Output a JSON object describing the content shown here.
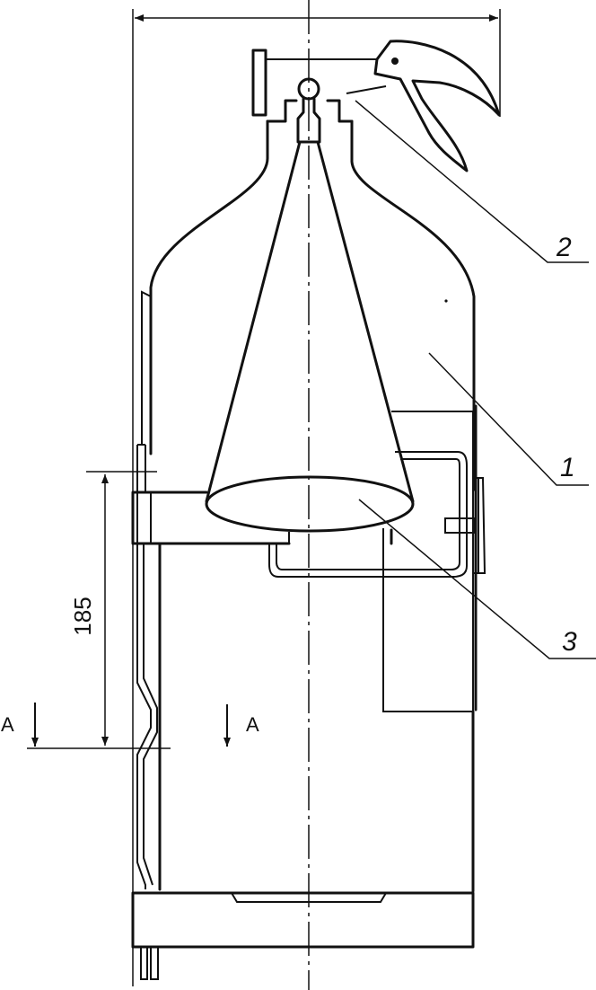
{
  "labels": {
    "callout_1": "1",
    "callout_2": "2",
    "callout_3": "3",
    "dimension_185": "185",
    "section_left": "A",
    "section_right": "A"
  }
}
